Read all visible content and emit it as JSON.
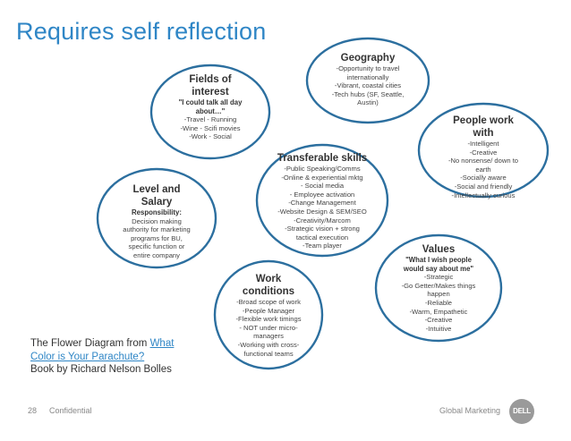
{
  "slide": {
    "title": "Requires self reflection"
  },
  "petals": {
    "geography": {
      "title": "Geography",
      "lines": [
        "-Opportunity to travel",
        "internationally",
        "-Vibrant, coastal cities",
        "-Tech hubs (SF, Seattle,",
        "Austin)"
      ]
    },
    "fields": {
      "title_line1": "Fields of",
      "title_line2": "interest",
      "quote_line1": "\"I could talk all day",
      "quote_line2": "about…\"",
      "lines": [
        "-Travel   - Running",
        "-Wine   - Scifi movies",
        "-Work   - Social"
      ]
    },
    "people": {
      "title_line1": "People work",
      "title_line2": "with",
      "lines": [
        "-Intelligent",
        "-Creative",
        "-No nonsense/ down to",
        "earth",
        "-Socially aware",
        "-Social and friendly",
        "-Intellectually curious"
      ]
    },
    "transferable": {
      "title": "Transferable skills",
      "lines": [
        "-Public Speaking/Comms",
        "-Online & experiential mktg",
        "- Social media",
        "- Employee activation",
        "-Change Management",
        "-Website Design & SEM/SEO",
        "-Creativity/Marcom",
        "-Strategic vision + strong",
        "tactical execution",
        "-Team player"
      ]
    },
    "level": {
      "title_line1": "Level and",
      "title_line2": "Salary",
      "subtitle": "Responsibility:",
      "lines": [
        "Decision making",
        "authority for marketing",
        "programs for BU,",
        "specific function or",
        "entire company"
      ]
    },
    "values": {
      "title": "Values",
      "quote_line1": "\"What I wish people",
      "quote_line2": "would say about me\"",
      "lines": [
        "-Strategic",
        "-Go Getter/Makes things",
        "happen",
        "-Reliable",
        "-Warm, Empathetic",
        "-Creative",
        "-Intuitive"
      ]
    },
    "work": {
      "title_line1": "Work",
      "title_line2": "conditions",
      "lines": [
        "-Broad scope of work",
        "-People Manager",
        "-Flexible work timings",
        "- NOT under micro-",
        "managers",
        "-Working with cross-",
        "functional teams"
      ]
    }
  },
  "caption": {
    "prefix": "The Flower Diagram from ",
    "link_line1": "What",
    "link_line2": "Color is Your Parachute?",
    "book": "Book by Richard Nelson Bolles"
  },
  "footer": {
    "page_number": "28",
    "confidential": "Confidential",
    "group": "Global Marketing",
    "logo_text": "DELL"
  },
  "colors": {
    "title": "#2f86c6",
    "petal_outline": "#2c6f9f",
    "link": "#2f86c6"
  }
}
